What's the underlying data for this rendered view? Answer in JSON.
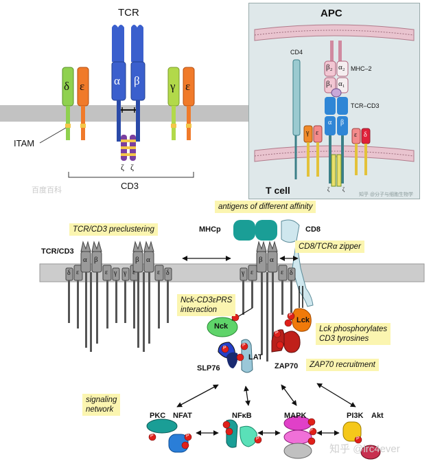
{
  "panel_a": {
    "tcr_label": "TCR",
    "itam_label": "ITAM",
    "cd3_label": "CD3",
    "chains": {
      "delta": "δ",
      "epsilon": "ε",
      "alpha": "α",
      "beta": "β",
      "gamma": "γ",
      "epsilon2": "ε",
      "zeta1": "ζ",
      "zeta2": "ζ"
    },
    "watermark": "百度百科"
  },
  "panel_b": {
    "apc_label": "APC",
    "tcell_label": "T cell",
    "cd4_label": "CD4",
    "mhc_label": "MHC–2",
    "tcr_cd3_label": "TCR–CD3",
    "beta2": "β₂",
    "alpha2": "α₂",
    "beta1": "β₁",
    "alpha1": "α₁",
    "alpha": "α",
    "beta": "β",
    "gamma": "γ",
    "epsilon": "ε",
    "epsilon2": "ε",
    "delta": "δ",
    "zeta1": "ζ",
    "zeta2": "ζ",
    "watermark": "知乎 @分子与细胞生物学"
  },
  "panel_c": {
    "notes": {
      "antigens": "antigens of different affinity",
      "preclustering": "TCR/CD3 preclustering",
      "zipper": "CD8/TCRα zipper",
      "nck_interaction_1": "Nck-CD3εPRS",
      "nck_interaction_2": "interaction",
      "lck_phos_1": "Lck phosphorylates",
      "lck_phos_2": "CD3 tyrosines",
      "zap70_recruit": "ZAP70 recruitment",
      "signaling_1": "signaling",
      "signaling_2": "network"
    },
    "labels": {
      "tcr_cd3": "TCR/CD3",
      "mhcp": "MHCp",
      "cd8": "CD8",
      "nck": "Nck",
      "lck": "Lck",
      "lat": "LAT",
      "slp76": "SLP76",
      "zap70": "ZAP70",
      "pkc": "PKC",
      "nfat": "NFAT",
      "nfkb": "NFκB",
      "mapk": "MAPK",
      "pi3k": "PI3K",
      "akt": "Akt",
      "p": "P"
    },
    "chains": {
      "alpha": "α",
      "beta": "β",
      "gamma": "γ",
      "epsilon": "ε",
      "delta": "δ"
    },
    "watermark": "知乎 @lrc4ever"
  },
  "colors": {
    "delta": "#8fd14f",
    "epsilon": "#f07a2a",
    "alpha_beta": "#3a5fcd",
    "gamma": "#b2d94a",
    "zeta": "#7a3fa0",
    "itam": "#f3c64a",
    "membrane": "#c8c8c8",
    "apc_bg": "#dfe8ea",
    "note_bg": "#fbf5b0",
    "mhcp": "#1a9e96",
    "nck": "#5fd46a",
    "lck": "#f07a0a",
    "zap70": "#c0201a",
    "phospho": "#e0201a"
  }
}
